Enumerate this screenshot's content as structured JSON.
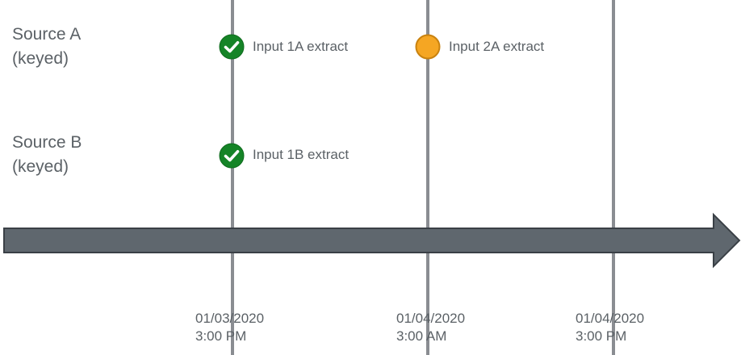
{
  "rows": [
    {
      "label": "Source A\n(keyed)"
    },
    {
      "label": "Source B\n(keyed)"
    }
  ],
  "events": [
    {
      "label": "Input 1A extract",
      "status": "complete",
      "icon": "check-circle-icon",
      "color": "#158427"
    },
    {
      "label": "Input 2A extract",
      "status": "pending",
      "icon": "circle-icon",
      "color": "#f5a623"
    },
    {
      "label": "Input 1B extract",
      "status": "complete",
      "icon": "check-circle-icon",
      "color": "#158427"
    }
  ],
  "timeline": {
    "ticks": [
      {
        "label": "01/03/2020\n3:00 PM"
      },
      {
        "label": "01/04/2020\n3:00 AM"
      },
      {
        "label": "01/04/2020\n3:00 PM"
      }
    ],
    "arrow_color": "#5f676e",
    "gridline_color": "#8a8d92"
  }
}
